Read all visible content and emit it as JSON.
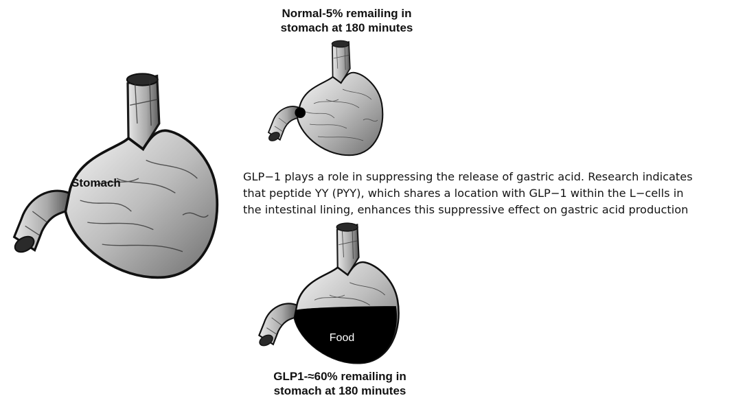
{
  "labels": {
    "main_stomach": "Stomach",
    "normal_line1": "Normal-5% remailing in",
    "normal_line2": "stomach at 180 minutes",
    "glp1_line1": "GLP1-≈60% remailing in",
    "glp1_line2": "stomach at 180 minutes",
    "food": "Food"
  },
  "description_lines": [
    "GLP−1 plays a role in suppressing the release of gastric acid. Research indicates",
    "that peptide YY (PYY), which shares a location with GLP−1 within the L−cells in",
    "the intestinal lining, enhances this suppressive effect on gastric acid production"
  ]
}
